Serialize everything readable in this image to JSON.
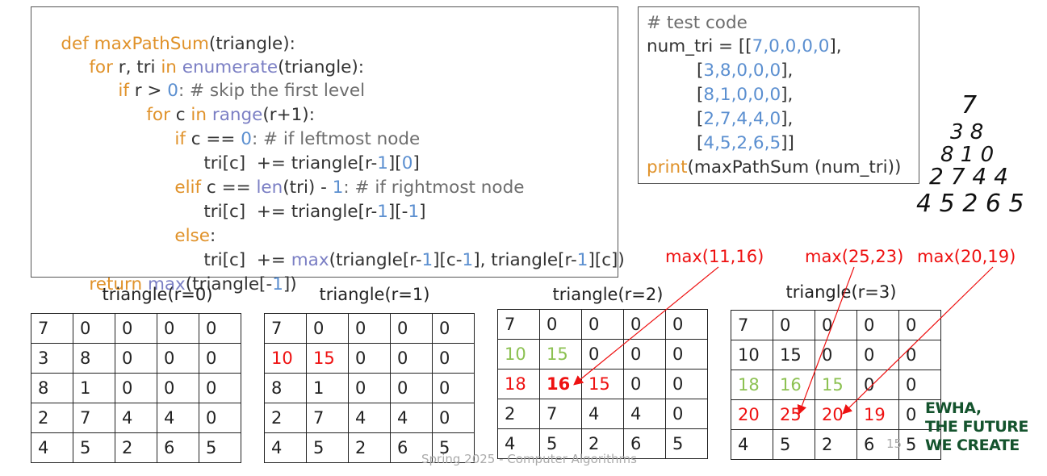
{
  "code": {
    "l1_def": "def ",
    "l1_name": "maxPathSum",
    "l1_rest": "(triangle):",
    "l2_for": "for",
    " l2_a": "",
    "l2_a": " r, tri ",
    "l2_in": "in",
    "l2_sp": " ",
    "l2_enum": "enumerate",
    "l2_rest": "(triangle):",
    "l3_if": "if",
    "l3_a": " r > ",
    "l3_zero": "0",
    "l3_cm": ": # skip the first level",
    "l4_for": "for",
    "l4_a": " c ",
    "l4_in": "in",
    "l4_sp": " ",
    "l4_range": "range",
    "l4_rest": "(r+1):",
    "l5_if": "if",
    "l5_a": " c == ",
    "l5_zero": "0",
    "l5_cm": ": # if leftmost node",
    "l6_a": "tri[c]  += triangle[r-",
    "l6_one": "1",
    "l6_b": "][",
    "l6_zero": "0",
    "l6_c": "]",
    "l7_elif": "elif",
    "l7_a": " c == ",
    "l7_len": "len",
    "l7_b": "(tri) - ",
    "l7_one": "1",
    "l7_cm": ": # if rightmost node",
    "l8_a": "tri[c]  += triangle[r-",
    "l8_one": "1",
    "l8_b": "][-",
    "l8_one2": "1",
    "l8_c": "]",
    "l9_else": "else",
    "l9_colon": ":",
    "l10_a": "tri[c]  += ",
    "l10_max": "max",
    "l10_b": "(triangle[r-",
    "l10_one": "1",
    "l10_c": "][c-",
    "l10_one2": "1",
    "l10_d": "], triangle[r-",
    "l10_one3": "1",
    "l10_e": "][c])",
    "l11_ret": "return",
    "l11_sp": " ",
    "l11_max": "max",
    "l11_a": "(triangle[-",
    "l11_one": "1",
    "l11_b": "])"
  },
  "test": {
    "comment": "# test code",
    "var": "num_tri = [[",
    "rows": [
      "7,0,0,0,0",
      "3,8,0,0,0",
      "8,1,0,0,0",
      "2,7,4,4,0",
      "4,5,2,6,5"
    ],
    "print": "print",
    "print_rest": "(maxPathSum (num_tri))"
  },
  "tables": [
    {
      "title": "triangle(r=0)",
      "rows": [
        [
          "7",
          "0",
          "0",
          "0",
          "0"
        ],
        [
          "3",
          "8",
          "0",
          "0",
          "0"
        ],
        [
          "8",
          "1",
          "0",
          "0",
          "0"
        ],
        [
          "2",
          "7",
          "4",
          "4",
          "0"
        ],
        [
          "4",
          "5",
          "2",
          "6",
          "5"
        ]
      ]
    },
    {
      "title": "triangle(r=1)",
      "rows": [
        [
          "7",
          "0",
          "0",
          "0",
          "0"
        ],
        [
          "10",
          "15",
          "0",
          "0",
          "0"
        ],
        [
          "8",
          "1",
          "0",
          "0",
          "0"
        ],
        [
          "2",
          "7",
          "4",
          "4",
          "0"
        ],
        [
          "4",
          "5",
          "2",
          "6",
          "5"
        ]
      ]
    },
    {
      "title": "triangle(r=2)",
      "rows": [
        [
          "7",
          "0",
          "0",
          "0",
          "0"
        ],
        [
          "10",
          "15",
          "0",
          "0",
          "0"
        ],
        [
          "18",
          "16",
          "15",
          "0",
          "0"
        ],
        [
          "2",
          "7",
          "4",
          "4",
          "0"
        ],
        [
          "4",
          "5",
          "2",
          "6",
          "5"
        ]
      ]
    },
    {
      "title": "triangle(r=3)",
      "rows": [
        [
          "7",
          "0",
          "0",
          "0",
          "0"
        ],
        [
          "10",
          "15",
          "0",
          "0",
          "0"
        ],
        [
          "18",
          "16",
          "15",
          "0",
          "0"
        ],
        [
          "20",
          "25",
          "20",
          "19",
          "0"
        ],
        [
          "4",
          "5",
          "2",
          "6",
          "5"
        ]
      ]
    }
  ],
  "annotations": [
    "max(11,16)",
    "max(25,23)",
    "max(20,19)"
  ],
  "handwritten": [
    "7",
    "3 8",
    "8 1 0",
    "2 7 4 4",
    "4 5 2 6 5"
  ],
  "footer": "Spring 2025 - Computer Algorithms",
  "page_number": "15",
  "logo": [
    "EWHA,",
    "THE FUTURE",
    "WE CREATE"
  ],
  "colors": {
    "red": "#ee1111",
    "green": "#8cc152",
    "keyword": "#e0922a",
    "builtin": "#7b7fc4",
    "number": "#5b8fd0",
    "logo": "#14532d"
  }
}
